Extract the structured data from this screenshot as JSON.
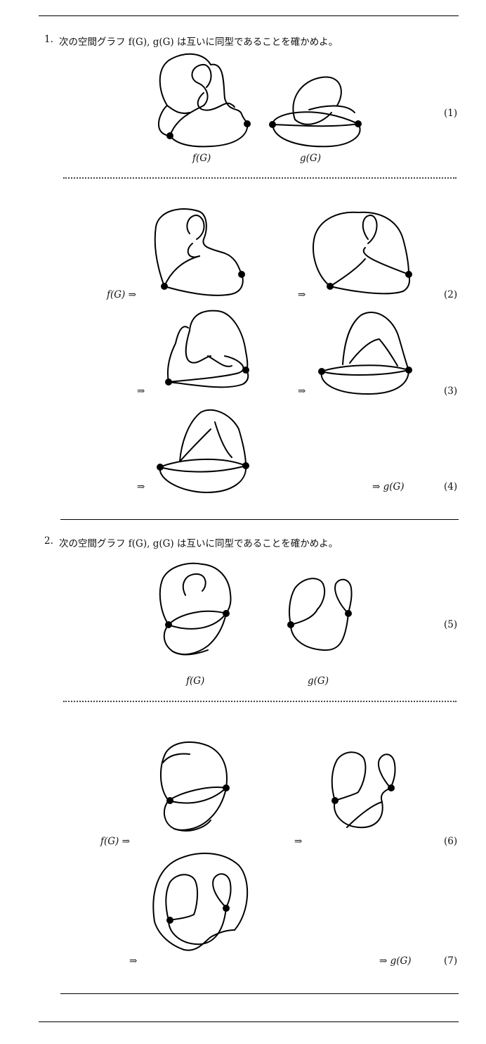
{
  "problem1": {
    "number": "1.",
    "statement": "次の空間グラフ f(G), g(G) は互いに同型であることを確かめよ。",
    "fig_label_f": "f(G)",
    "fig_label_g": "g(G)"
  },
  "problem2": {
    "number": "2.",
    "statement": "次の空間グラフ f(G), g(G) は互いに同型であることを確かめよ。",
    "fig_label_f": "f(G)",
    "fig_label_g": "g(G)"
  },
  "steps": {
    "start_f": "f(G) ⇒",
    "arrow": "⇒",
    "end_g": "⇒ g(G)"
  },
  "equation_numbers": [
    "(1)",
    "(2)",
    "(3)",
    "(4)",
    "(5)",
    "(6)",
    "(7)"
  ]
}
